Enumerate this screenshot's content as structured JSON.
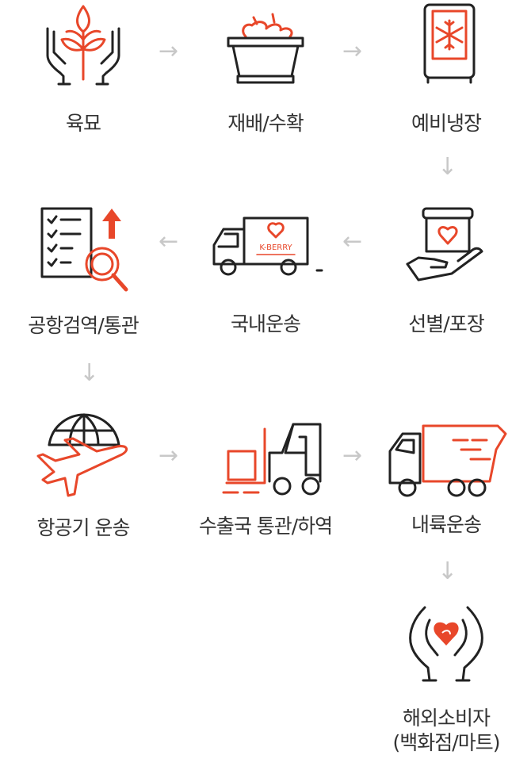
{
  "steps": [
    {
      "label": "육묘",
      "icon": "seedling-hands-icon"
    },
    {
      "label": "재배/수확",
      "icon": "harvest-basket-icon"
    },
    {
      "label": "예비냉장",
      "icon": "refrigerator-snowflake-icon"
    },
    {
      "label": "선별/포장",
      "icon": "packing-hand-icon"
    },
    {
      "label": "국내운송",
      "icon": "delivery-truck-icon"
    },
    {
      "label": "공항검역/통관",
      "icon": "inspection-checklist-icon"
    },
    {
      "label": "항공기 운송",
      "icon": "airplane-globe-icon"
    },
    {
      "label": "수출국 통관/하역",
      "icon": "forklift-icon"
    },
    {
      "label": "내륙운송",
      "icon": "fast-truck-icon"
    },
    {
      "label": "해외소비자",
      "label2": "(백화점/마트)",
      "icon": "consumer-hands-icon"
    }
  ],
  "brand_text": "K-BERRY",
  "arrows": {
    "right": "→",
    "left": "←",
    "down": "↓"
  },
  "colors": {
    "accent": "#e8472a",
    "ink": "#222222",
    "arrow": "#c8c8c8"
  }
}
